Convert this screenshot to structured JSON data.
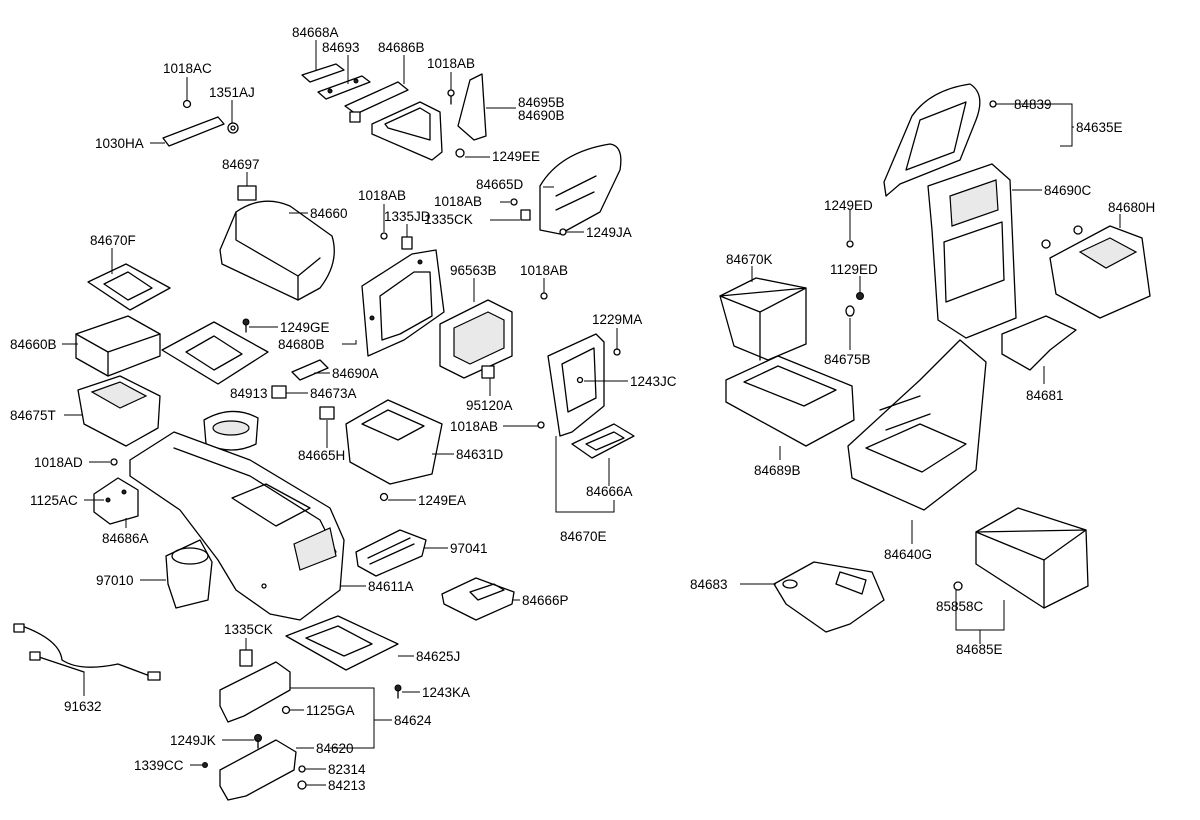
{
  "labels": {
    "p84668A": "84668A",
    "p84693": "84693",
    "p84686B": "84686B",
    "p1018AC": "1018AC",
    "p1351AJ": "1351AJ",
    "p1030HA": "1030HA",
    "p1018AB_top": "1018AB",
    "p84695B": "84695B",
    "p84690B": "84690B",
    "p1249EE": "1249EE",
    "p84697": "84697",
    "p84660": "84660",
    "p1018AB_a": "1018AB",
    "p1018AB_b": "1018AB",
    "p1335JD": "1335JD",
    "p1335CK_top": "1335CK",
    "p84665D": "84665D",
    "p1249JA": "1249JA",
    "p84670F": "84670F",
    "p96563B": "96563B",
    "p1018AB_c": "1018AB",
    "p1249GE": "1249GE",
    "p84660B": "84660B",
    "p84680B": "84680B",
    "p1229MA": "1229MA",
    "p84690A": "84690A",
    "p84913": "84913",
    "p84673A": "84673A",
    "p95120A": "95120A",
    "p1243JC": "1243JC",
    "p84675T": "84675T",
    "p1018AB_d": "1018AB",
    "p84665H": "84665H",
    "p84631D": "84631D",
    "p1018AD": "1018AD",
    "p1125AC": "1125AC",
    "p1249EA": "1249EA",
    "p84666A": "84666A",
    "p84686A": "84686A",
    "p84670E": "84670E",
    "p97041": "97041",
    "p97010": "97010",
    "p84611A": "84611A",
    "p84666P": "84666P",
    "p1335CK_bot": "1335CK",
    "p84625J": "84625J",
    "p1243KA": "1243KA",
    "p91632": "91632",
    "p1125GA": "1125GA",
    "p84624": "84624",
    "p1249JK": "1249JK",
    "p84620": "84620",
    "p1339CC": "1339CC",
    "p82314": "82314",
    "p84213": "84213",
    "p84839": "84839",
    "p84635E": "84635E",
    "p84690C": "84690C",
    "p1249ED": "1249ED",
    "p84680H": "84680H",
    "p84670K": "84670K",
    "p1129ED": "1129ED",
    "p84675B": "84675B",
    "p84681": "84681",
    "p84689B": "84689B",
    "p84640G": "84640G",
    "p84683": "84683",
    "p85858C": "85858C",
    "p84685E": "84685E"
  }
}
